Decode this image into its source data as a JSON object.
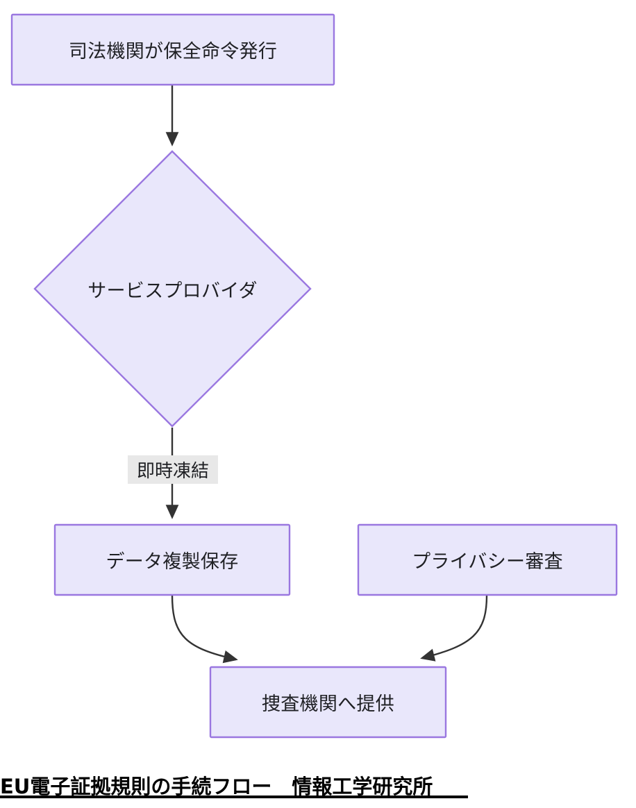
{
  "diagram": {
    "type": "flowchart",
    "orientation": "top-down",
    "theme": {
      "node_fill": "#e9e7fb",
      "node_stroke": "#9a77e0",
      "node_text": "#1f2024",
      "edge_stroke": "#333333",
      "edge_label_bg": "#e8e8e8",
      "canvas_bg": "#ffffff"
    },
    "nodes": [
      {
        "id": "judicial",
        "shape": "rect",
        "label": "司法機関が保全命令発行"
      },
      {
        "id": "provider",
        "shape": "diamond",
        "label": "サービスプロバイダ"
      },
      {
        "id": "replicate",
        "shape": "rect",
        "label": "データ複製保存"
      },
      {
        "id": "privacy",
        "shape": "rect",
        "label": "プライバシー審査"
      },
      {
        "id": "handover",
        "shape": "rect",
        "label": "捜査機関へ提供"
      }
    ],
    "edges": [
      {
        "from": "judicial",
        "to": "provider",
        "label": ""
      },
      {
        "from": "provider",
        "to": "replicate",
        "label": "即時凍結"
      },
      {
        "from": "replicate",
        "to": "handover",
        "label": ""
      },
      {
        "from": "privacy",
        "to": "handover",
        "label": ""
      }
    ],
    "edge_labels": {
      "provider_to_replicate": "即時凍結"
    }
  },
  "caption": {
    "text": "EU電子証拠規則の手続フロー　情報工学研究所"
  }
}
